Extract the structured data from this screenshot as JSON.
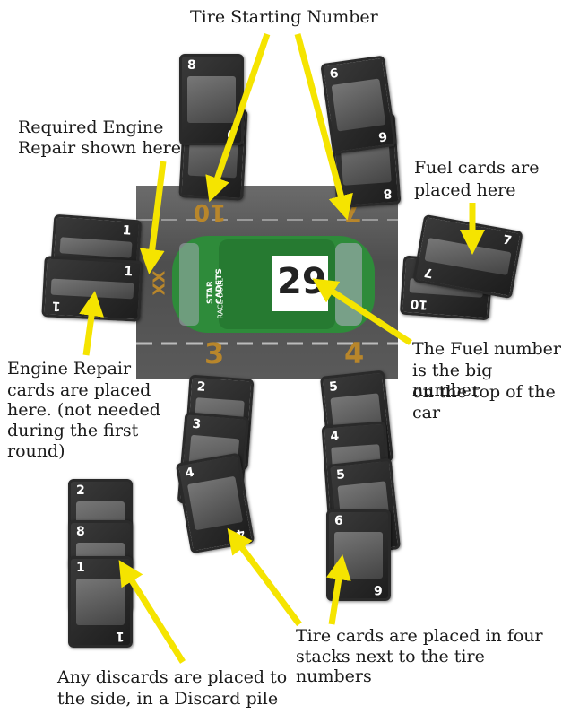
{
  "labels": {
    "tire_starting": "Tire Starting Number",
    "engine_required_1": "Required Engine",
    "engine_required_2": "Repair shown here",
    "fuel_cards_1": "Fuel cards are",
    "fuel_cards_2": "placed here",
    "engine_cards_1": "Engine Repair",
    "engine_cards_2": "cards are placed",
    "engine_cards_3": "here. (not needed",
    "engine_cards_4": "during the first",
    "engine_cards_5": "round)",
    "fuel_number_1": "The Fuel number",
    "fuel_number_2": "is the big number",
    "fuel_number_3": "on the top of the",
    "fuel_number_4": "car",
    "tire_cards_1": "Tire cards are placed in four",
    "tire_cards_2": "stacks next to the tire numbers",
    "discards_1": "Any discards are placed to",
    "discards_2": "the side, in a Discard pile"
  },
  "board": {
    "top_left_number": "10",
    "top_right_number": "7",
    "bottom_left_number": "3",
    "bottom_right_number": "4",
    "engine_code": "XX",
    "car_number": "29",
    "car_brand": "STAR CADETS",
    "car_sub": "RACE DUEL"
  },
  "cards": {
    "tl_a": "8",
    "tl_b": "9",
    "tr_a": "6",
    "tr_b": "8",
    "fuel_a": "7",
    "fuel_b": "10",
    "eng_a": "1",
    "eng_b": "1",
    "bl_a": "2",
    "bl_b": "3",
    "bl_c": "4",
    "br_a": "5",
    "br_b": "4",
    "br_c": "5",
    "br_d": "6",
    "dis_a": "2",
    "dis_b": "8",
    "dis_c": "1"
  },
  "colors": {
    "arrow": "#f5e400",
    "car": "#2e8b3a",
    "board_number": "#b8862b"
  }
}
